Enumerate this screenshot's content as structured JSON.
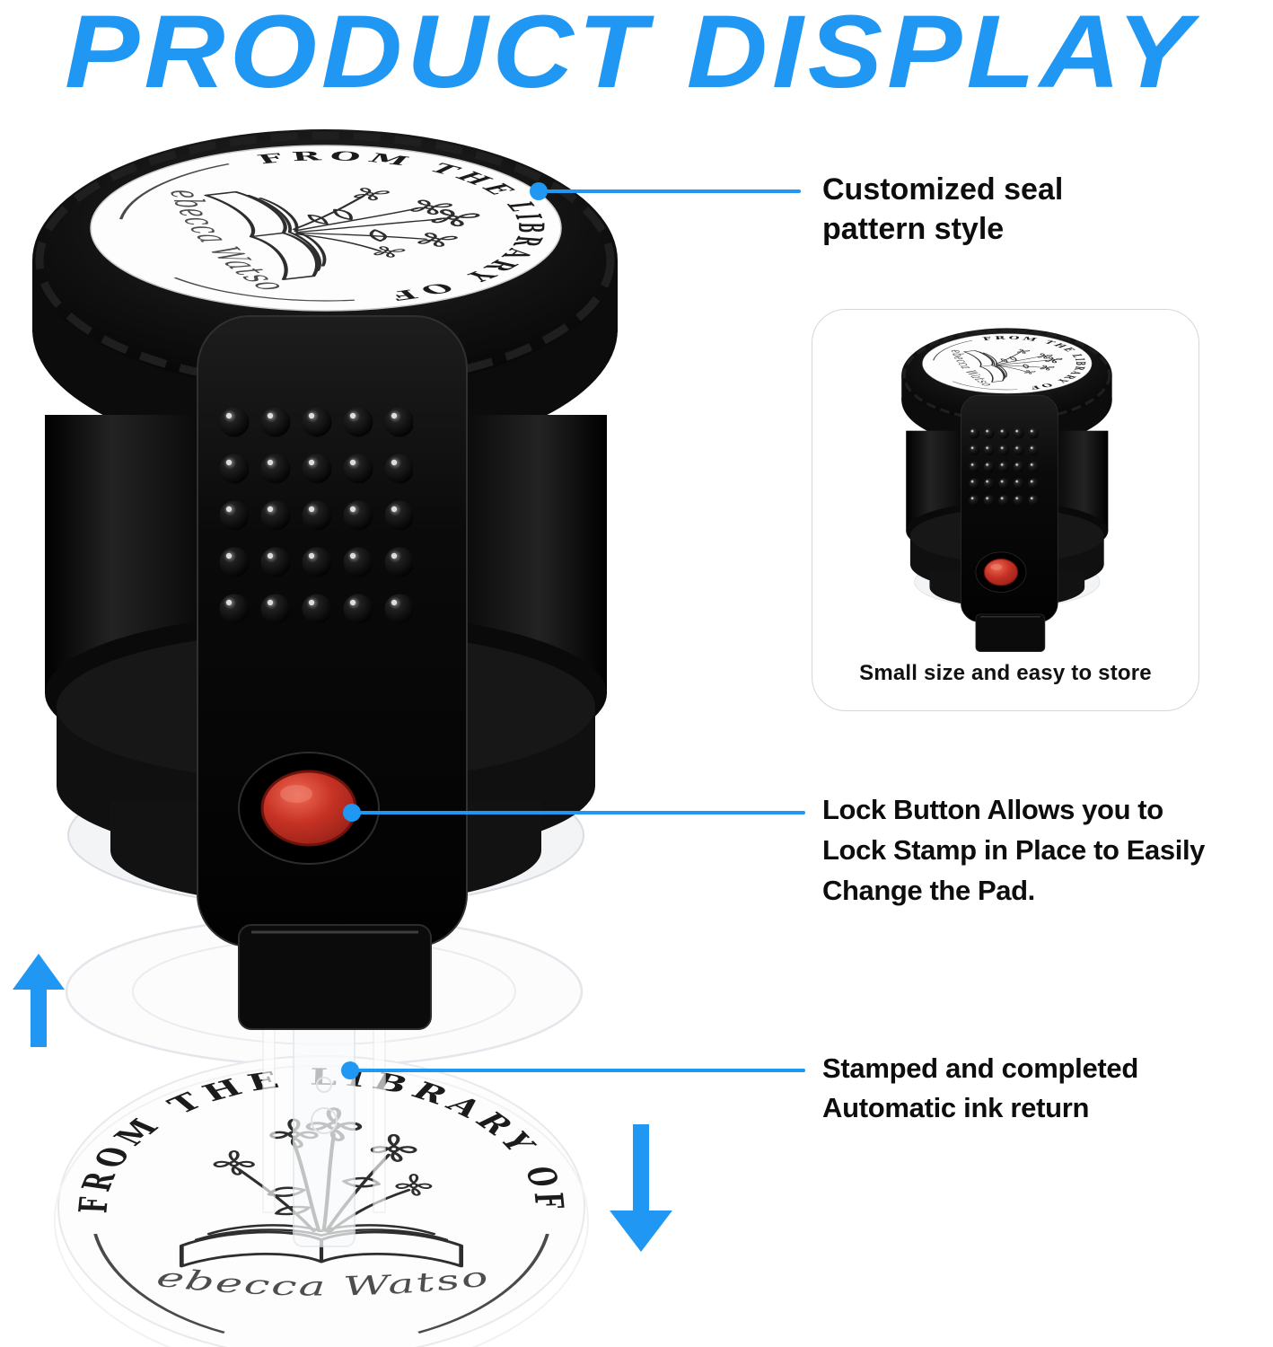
{
  "title": "PRODUCT DISPLAY",
  "seal": {
    "arc_text": "FROM THE LIBRARY OF",
    "owner_name": "Rebecca Watson"
  },
  "callouts": {
    "seal_pattern": {
      "lines": [
        "Customized seal",
        "pattern style"
      ]
    },
    "lock_button": {
      "lines": [
        "Lock Button Allows you to",
        "Lock Stamp in Place to Easily",
        "Change the Pad."
      ]
    },
    "ink_return": {
      "lines": [
        "Stamped and completed",
        "Automatic ink return"
      ]
    }
  },
  "inset": {
    "caption": "Small size and easy to store"
  },
  "icons": {
    "up_arrow": "↑",
    "down_arrow": "↓",
    "callout_dot": "●"
  },
  "colors": {
    "accent_blue": "#2097F3",
    "lock_button_red": "#C63225",
    "stamp_body_black": "#0d0d0d",
    "impression_ink": "#2e2e2e"
  }
}
